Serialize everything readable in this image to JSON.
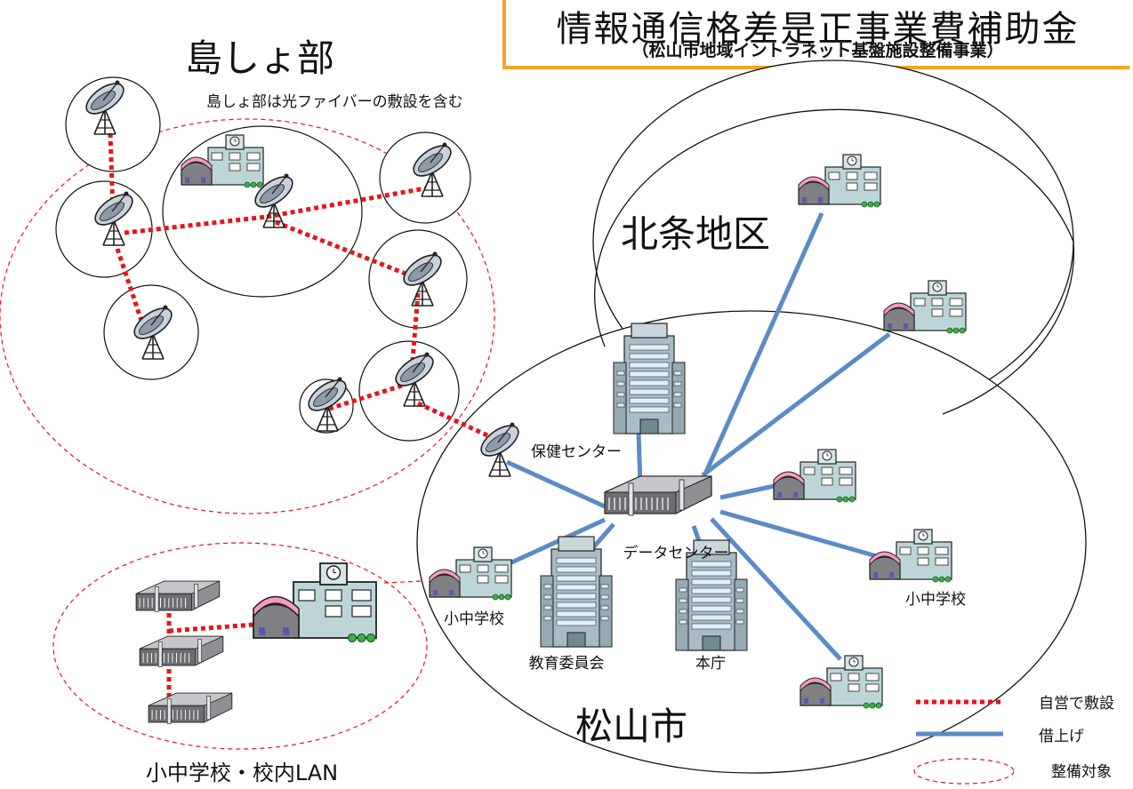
{
  "title": {
    "main": "情報通信格差是正事業費補助金",
    "sub": "（松山市地域イントラネット基盤施設整備事業）"
  },
  "regions": {
    "islands": "島しょ部",
    "islands_note": "島しょ部は光ファイバーの敷設を含む",
    "hojo": "北条地区",
    "matsuyama": "松山市",
    "school_lan": "小中学校・校内LAN"
  },
  "facilities": {
    "health_center": "保健センター",
    "data_center": "データセンター",
    "school_left": "小中学校",
    "school_right": "小中学校",
    "education_board": "教育委員会",
    "city_hall": "本庁"
  },
  "legend": {
    "own": "自営で敷設",
    "leased": "借上げ",
    "target": "整備対象"
  },
  "colors": {
    "own_line": "#e8141c",
    "leased_line": "#5b8bc4",
    "target_outline": "#e8141c",
    "title_border": "#f5a623",
    "school_roof": "#f49ac1"
  }
}
